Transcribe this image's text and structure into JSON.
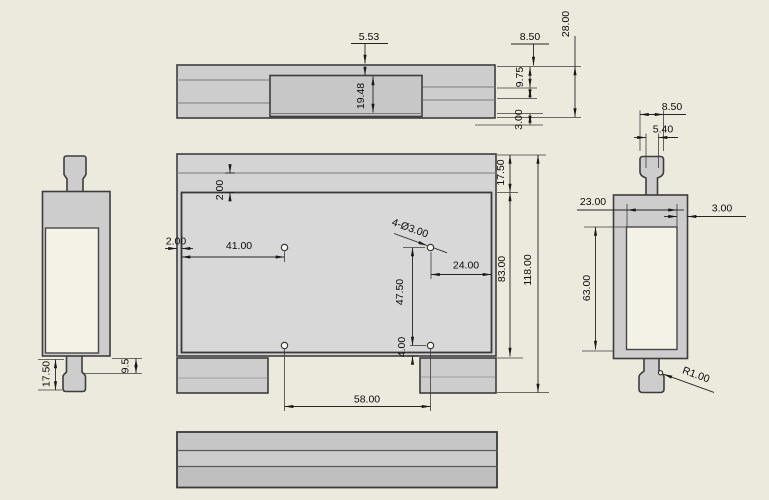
{
  "drawing": {
    "type": "cad-orthographic-views",
    "colors": {
      "background": "#ECEADD",
      "part_fill": "#CDCDCD",
      "cavity_fill": "#F4F2E6",
      "outline": "#3D3D3D",
      "dimension_line": "#242424",
      "text": "#0C0C0C"
    }
  },
  "dims": {
    "tv_553": "5.53",
    "tv_1948": "19.48",
    "tv_850": "8.50",
    "tv_975": "9.75",
    "tv_300": "3.00",
    "tv_2800": "28.00",
    "mv_1750": "17.50",
    "mv_8300": "83.00",
    "mv_11800": "118.00",
    "mv_200_top": "2.00",
    "mv_200_left": "2.00",
    "mv_4100": "41.00",
    "mv_holes": "4-Ø3.00",
    "mv_2400": "24.00",
    "mv_4750": "47.50",
    "mv_400": "4.00",
    "mv_5800": "58.00",
    "lv_1750": "17.50",
    "lv_95": "9.5",
    "rv_850": "8.50",
    "rv_540": "5.40",
    "rv_2300": "23.00",
    "rv_300": "3.00",
    "rv_6300": "63.00",
    "rv_r100": "R1.00"
  }
}
